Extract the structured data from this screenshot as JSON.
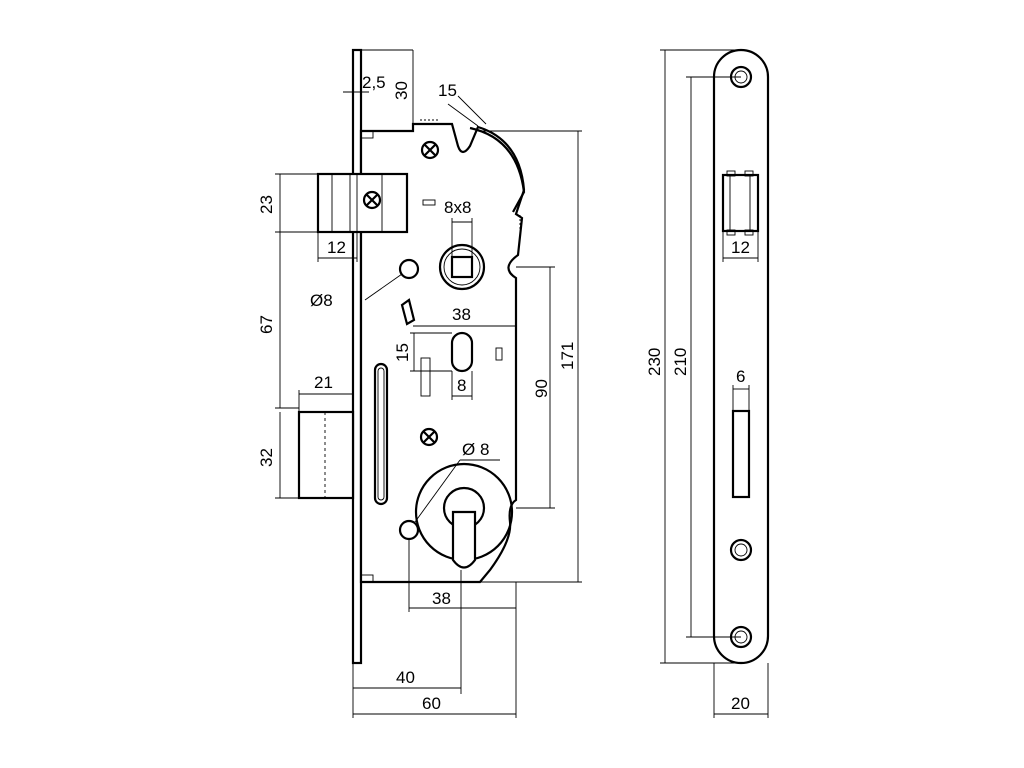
{
  "dimensions": {
    "faceplate_thickness": "2,5",
    "top_offset": "30",
    "latch_angle": "15",
    "spindle": "8x8",
    "latch_height": "23",
    "latch_depth": "12",
    "hole_upper": "Ø8",
    "spacing_67": "67",
    "bolt_projection": "21",
    "bolt_height": "32",
    "spindle_offset": "38",
    "slot_height": "15",
    "slot_width": "8",
    "cylinder_hole": "Ø 8",
    "centre_distance": "90",
    "case_height": "171",
    "cylinder_offset": "38",
    "backset": "40",
    "case_depth": "60",
    "front_total": "230",
    "front_holes": "210",
    "front_latch_width": "12",
    "front_bolt_width": "6",
    "front_width": "20"
  }
}
